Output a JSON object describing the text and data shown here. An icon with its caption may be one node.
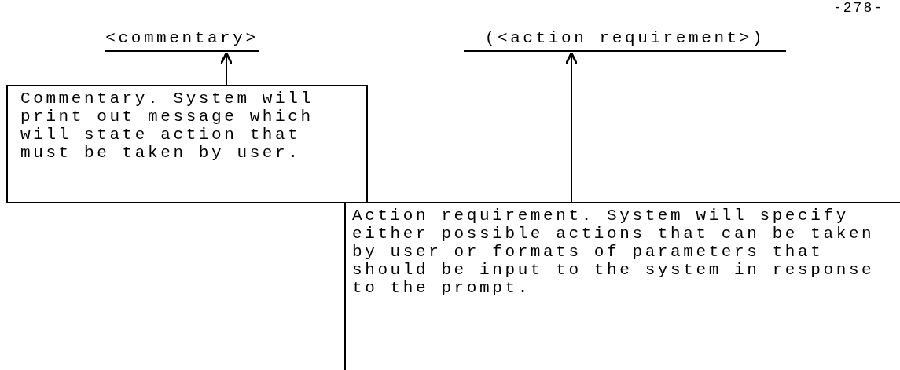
{
  "diagram": {
    "nodes": [
      {
        "text": [
          "<commentary>"
        ]
      },
      {
        "text": [
          "(<action requirement>)"
        ]
      },
      {
        "text": [
          "Commentary. System will print out message which will state action that must be taken by user."
        ]
      },
      {
        "text": [
          "Action requirement. System will specify either possible actions that can be taken by user or formats of parameters that should be input to the system in response to the prompt."
        ]
      }
    ],
    "edges": [
      {
        "from": 2,
        "to": 0,
        "arrow": "to"
      },
      {
        "from": 3,
        "to": 1,
        "arrow": "to"
      }
    ],
    "labels": [
      "-278-"
    ]
  }
}
